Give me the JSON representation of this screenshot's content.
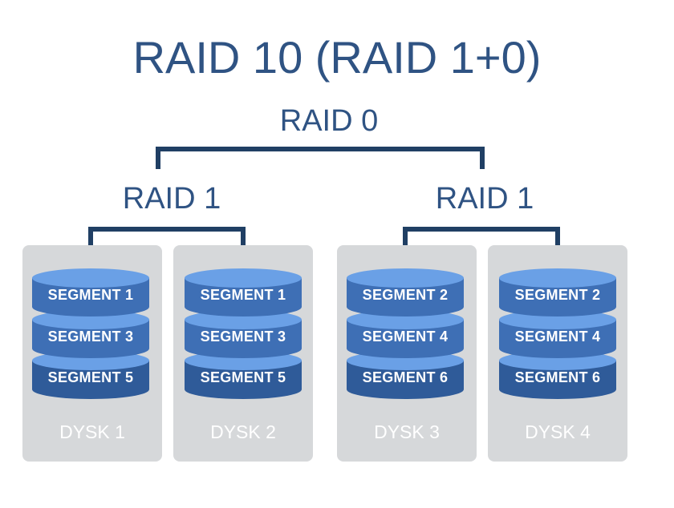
{
  "title": "RAID 10 (RAID 1+0)",
  "raid0": {
    "label": "RAID 0"
  },
  "mirrors": [
    {
      "label": "RAID 1"
    },
    {
      "label": "RAID 1"
    }
  ],
  "disks": [
    {
      "label": "DYSK 1",
      "segments": [
        "SEGMENT 1",
        "SEGMENT 3",
        "SEGMENT 5"
      ]
    },
    {
      "label": "DYSK 2",
      "segments": [
        "SEGMENT 1",
        "SEGMENT 3",
        "SEGMENT 5"
      ]
    },
    {
      "label": "DYSK 3",
      "segments": [
        "SEGMENT 2",
        "SEGMENT 4",
        "SEGMENT 6"
      ]
    },
    {
      "label": "DYSK 4",
      "segments": [
        "SEGMENT 2",
        "SEGMENT 4",
        "SEGMENT 6"
      ]
    }
  ],
  "colors": {
    "text": "#2f5383",
    "connector": "#203f64",
    "panel": "#d6d8da",
    "segment_top": "#6aa0e6",
    "segment_body": "#3e6fb5",
    "segment_bottom_body": "#2f5b99"
  }
}
